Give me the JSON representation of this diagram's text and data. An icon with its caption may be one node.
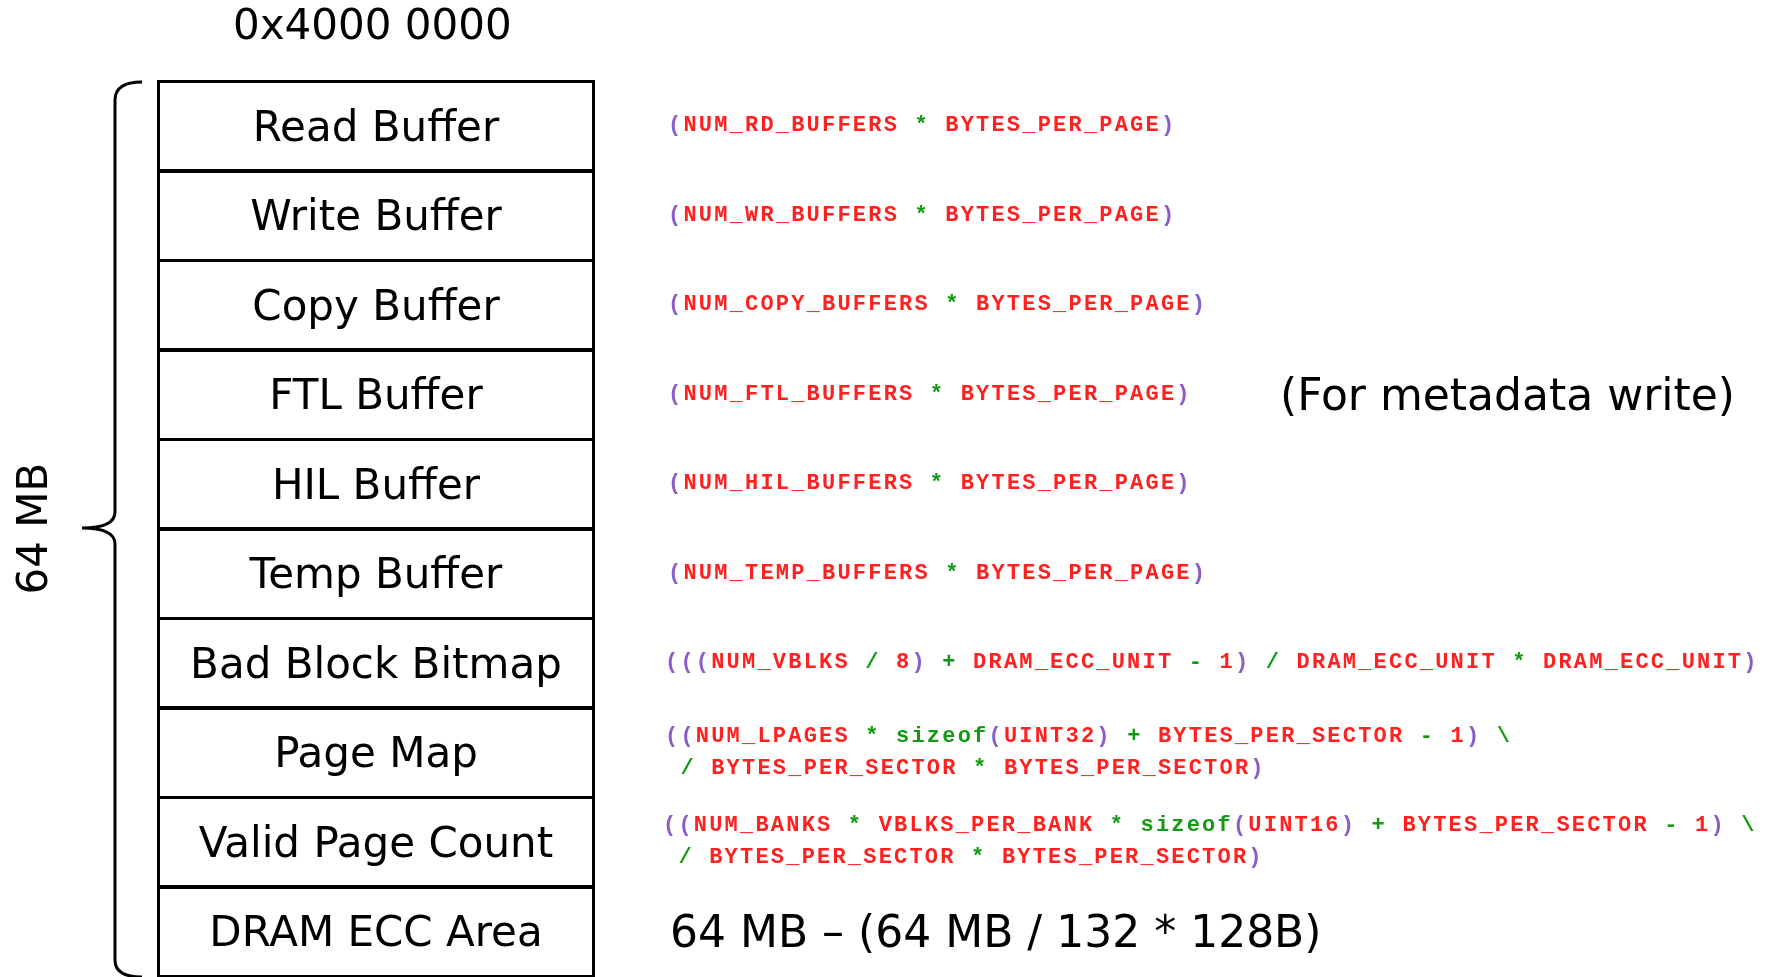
{
  "diagram": {
    "nodes": [
      {
        "text": [
          "Read Buffer"
        ],
        "beside": [
          "(NUM_RD_BUFFERS * BYTES_PER_PAGE)"
        ]
      },
      {
        "text": [
          "Write Buffer"
        ],
        "beside": [
          "(NUM_WR_BUFFERS * BYTES_PER_PAGE)"
        ]
      },
      {
        "text": [
          "Copy Buffer"
        ],
        "beside": [
          "(NUM_COPY_BUFFERS * BYTES_PER_PAGE)"
        ]
      },
      {
        "text": [
          "FTL Buffer"
        ],
        "beside": [
          "(NUM_FTL_BUFFERS * BYTES_PER_PAGE)",
          "(For metadata write)"
        ]
      },
      {
        "text": [
          "HIL Buffer"
        ],
        "beside": [
          "(NUM_HIL_BUFFERS * BYTES_PER_PAGE)"
        ]
      },
      {
        "text": [
          "Temp Buffer"
        ],
        "beside": [
          "(NUM_TEMP_BUFFERS * BYTES_PER_PAGE)"
        ]
      },
      {
        "text": [
          "Bad Block Bitmap"
        ],
        "beside": [
          "(((NUM_VBLKS / 8) + DRAM_ECC_UNIT - 1) / DRAM_ECC_UNIT * DRAM_ECC_UNIT)"
        ]
      },
      {
        "text": [
          "Page Map"
        ],
        "beside": [
          "((NUM_LPAGES * sizeof(UINT32) + BYTES_PER_SECTOR - 1) \\ / BYTES_PER_SECTOR * BYTES_PER_SECTOR)"
        ]
      },
      {
        "text": [
          "Valid Page Count"
        ],
        "beside": [
          "((NUM_BANKS * VBLKS_PER_BANK * sizeof(UINT16) + BYTES_PER_SECTOR - 1) \\ / BYTES_PER_SECTOR * BYTES_PER_SECTOR)"
        ]
      },
      {
        "text": [
          "DRAM ECC Area"
        ],
        "beside": [
          "64 MB – (64 MB / 132 * 128B)"
        ]
      }
    ],
    "labels": [
      "0x4000 0000",
      "64 MB"
    ]
  }
}
